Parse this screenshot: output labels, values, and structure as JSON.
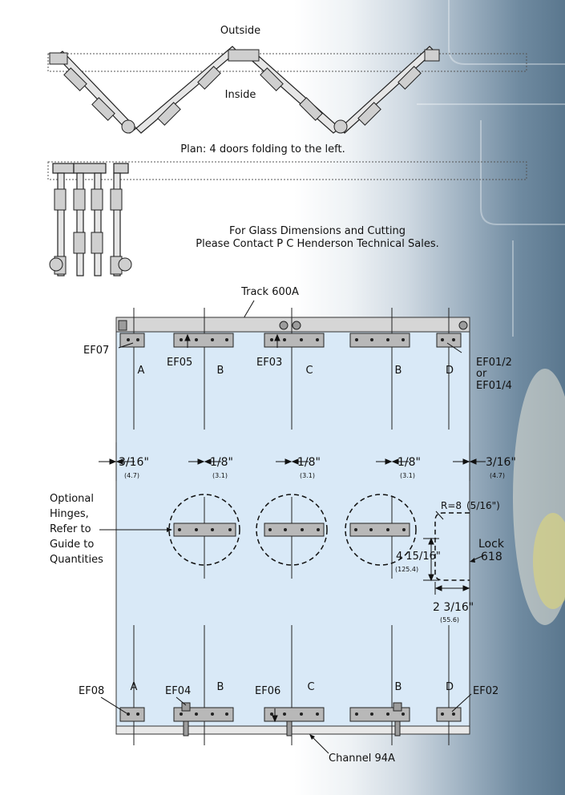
{
  "plan": {
    "outside_label": "Outside",
    "inside_label": "Inside",
    "caption": "Plan: 4 doors folding to the left."
  },
  "notice": {
    "line1": "For Glass Dimensions and Cutting",
    "line2": "Please Contact P C Henderson Technical Sales."
  },
  "elevation": {
    "track_label": "Track 600A",
    "channel_label": "Channel 94A",
    "top_codes": [
      "EF07",
      "EF05",
      "EF03",
      "EF01/2",
      "or",
      "EF01/4"
    ],
    "bottom_codes": [
      "EF08",
      "EF04",
      "EF06",
      "EF02"
    ],
    "top_panel_letters": [
      "A",
      "B",
      "C",
      "B",
      "D"
    ],
    "bottom_panel_letters": [
      "A",
      "B",
      "C",
      "B",
      "D"
    ],
    "gaps": [
      {
        "imperial": "3/16\"",
        "metric": "(4.7)"
      },
      {
        "imperial": "1/8\"",
        "metric": "(3.1)"
      },
      {
        "imperial": "1/8\"",
        "metric": "(3.1)"
      },
      {
        "imperial": "1/8\"",
        "metric": "(3.1)"
      },
      {
        "imperial": "3/16\"",
        "metric": "(4.7)"
      }
    ],
    "optional_hinges_lines": [
      "Optional",
      "Hinges,",
      "Refer to",
      "Guide to",
      "Quantities"
    ],
    "radius_label": "R=8",
    "radius_imperial": "(5/16\")",
    "lock_label_1": "Lock",
    "lock_label_2": "618",
    "lock_height_imperial": "4 15/16\"",
    "lock_height_metric": "(125.4)",
    "lock_width_imperial": "2 3/16\"",
    "lock_width_metric": "(55.6)"
  },
  "colors": {
    "glass": "#d9e9f7",
    "hardware": "#b8b8b8",
    "line": "#111111"
  }
}
